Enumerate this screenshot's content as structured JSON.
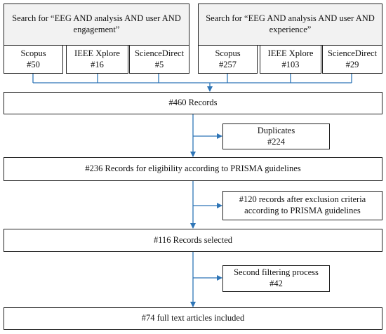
{
  "searches": [
    {
      "query": "Search for “EEG AND analysis AND user AND\nengagement”",
      "databases": [
        {
          "name": "Scopus",
          "count": "#50"
        },
        {
          "name": "IEEE Xplore",
          "count": "#16"
        },
        {
          "name": "ScienceDirect",
          "count": "#5"
        }
      ]
    },
    {
      "query": "Search for “EEG AND analysis AND user AND\nexperience”",
      "databases": [
        {
          "name": "Scopus",
          "count": "#257"
        },
        {
          "name": "IEEE Xplore",
          "count": "#103"
        },
        {
          "name": "ScienceDirect",
          "count": "#29"
        }
      ]
    }
  ],
  "stages": {
    "records_total": "#460 Records",
    "duplicates": "Duplicates\n#224",
    "eligibility": "#236 Records for eligibility according to PRISMA guidelines",
    "exclusion": "#120 records after exclusion criteria\naccording to PRISMA guidelines",
    "selected": "#116 Records selected",
    "second_filter": "Second filtering process\n#42",
    "included": "#74 full text articles included"
  },
  "colors": {
    "arrow": "#2e75b6",
    "border": "#222222",
    "header_fill": "#f2f2f2"
  }
}
